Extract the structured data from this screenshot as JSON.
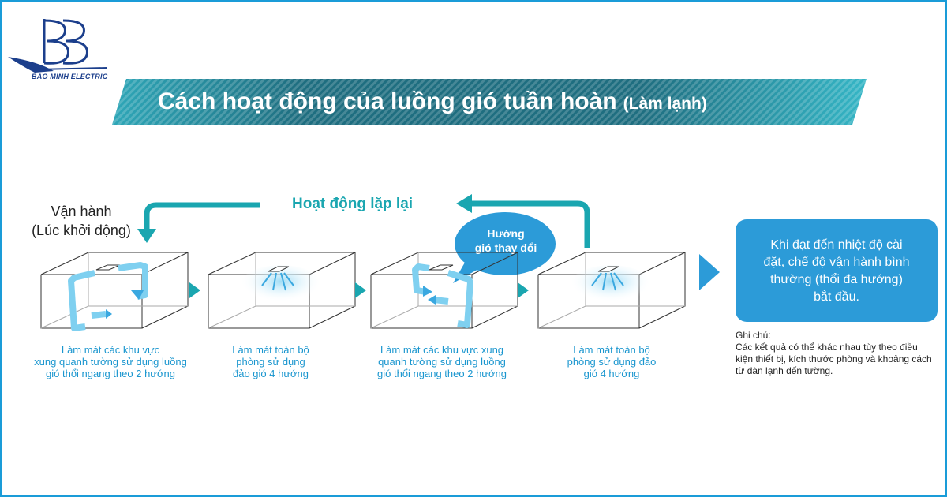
{
  "brand": {
    "name": "BAO MINH ELECTRIC"
  },
  "header": {
    "title": "Cách hoạt động của luồng gió tuần hoàn",
    "subtitle": "(Làm lạnh)"
  },
  "cycle": {
    "repeat_label": "Hoạt động lặp lại",
    "start_label_line1": "Vận hành",
    "start_label_line2": "(Lúc khởi động)",
    "change_bubble_line1": "Hướng",
    "change_bubble_line2": "gió thay đổi"
  },
  "steps": [
    {
      "line1": "Làm mát các khu vực",
      "line2": "xung quanh tường sử dụng luồng",
      "line3": "gió thổi ngang theo 2 hướng"
    },
    {
      "line1": "Làm mát toàn bộ",
      "line2": "phòng sử dụng",
      "line3": "đảo gió 4 hướng"
    },
    {
      "line1": "Làm mát các khu vực xung",
      "line2": "quanh tường sử dụng luồng",
      "line3": "gió thổi ngang theo 2 hướng"
    },
    {
      "line1": "Làm mát toàn bộ",
      "line2": "phòng sử dụng đảo",
      "line3": "gió 4 hướng"
    }
  ],
  "result": {
    "line1": "Khi đạt đến nhiệt độ cài",
    "line2": "đặt, chế độ vận hành bình",
    "line3": "thường (thổi đa hướng)",
    "line4": "bắt đầu."
  },
  "note": {
    "label": "Ghi chú:",
    "text": "Các kết quả có thể khác nhau tùy theo điều kiện thiết bị, kích thước phòng và khoảng cách từ dàn lạnh đến tường."
  },
  "colors": {
    "frame": "#1a9cd8",
    "title_band": "#1f6e80",
    "teal_arrow": "#1aa6b0",
    "airflow": "#7fd0f0",
    "result_box": "#2c9bd8",
    "caption": "#1a96cf"
  }
}
